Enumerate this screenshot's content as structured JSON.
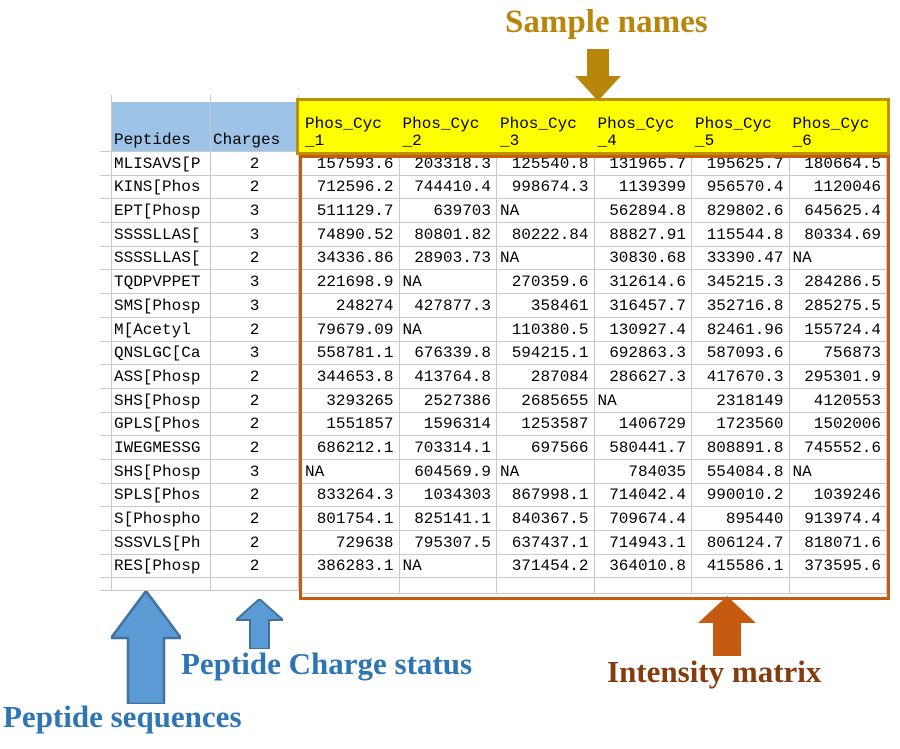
{
  "header": {
    "left": [
      "Peptides",
      "Charges"
    ],
    "sample_prefix": "Phos_Cyc",
    "sample_suffixes": [
      "_1",
      "_2",
      "_3",
      "_4",
      "_5",
      "_6"
    ]
  },
  "rows": [
    {
      "peptide": "MLISAVS[P",
      "charge": "2",
      "values": [
        "157593.6",
        "203318.3",
        "125540.8",
        "131965.7",
        "195625.7",
        "180664.5"
      ]
    },
    {
      "peptide": "KINS[Phos",
      "charge": "2",
      "values": [
        "712596.2",
        "744410.4",
        "998674.3",
        "1139399",
        "956570.4",
        "1120046"
      ]
    },
    {
      "peptide": "EPT[Phosp",
      "charge": "3",
      "values": [
        "511129.7",
        "639703",
        "NA",
        "562894.8",
        "829802.6",
        "645625.4"
      ]
    },
    {
      "peptide": "SSSSLLAS[",
      "charge": "3",
      "values": [
        "74890.52",
        "80801.82",
        "80222.84",
        "88827.91",
        "115544.8",
        "80334.69"
      ]
    },
    {
      "peptide": "SSSSLLAS[",
      "charge": "2",
      "values": [
        "34336.86",
        "28903.73",
        "NA",
        "30830.68",
        "33390.47",
        "NA"
      ]
    },
    {
      "peptide": "TQDPVPPET",
      "charge": "3",
      "values": [
        "221698.9",
        "NA",
        "270359.6",
        "312614.6",
        "345215.3",
        "284286.5"
      ]
    },
    {
      "peptide": "SMS[Phosp",
      "charge": "3",
      "values": [
        "248274",
        "427877.3",
        "358461",
        "316457.7",
        "352716.8",
        "285275.5"
      ]
    },
    {
      "peptide": "M[Acetyl",
      "charge": "2",
      "values": [
        "79679.09",
        "NA",
        "110380.5",
        "130927.4",
        "82461.96",
        "155724.4"
      ]
    },
    {
      "peptide": "QNSLGC[Ca",
      "charge": "3",
      "values": [
        "558781.1",
        "676339.8",
        "594215.1",
        "692863.3",
        "587093.6",
        "756873"
      ]
    },
    {
      "peptide": "ASS[Phosp",
      "charge": "2",
      "values": [
        "344653.8",
        "413764.8",
        "287084",
        "286627.3",
        "417670.3",
        "295301.9"
      ]
    },
    {
      "peptide": "SHS[Phosp",
      "charge": "2",
      "values": [
        "3293265",
        "2527386",
        "2685655",
        "NA",
        "2318149",
        "4120553"
      ]
    },
    {
      "peptide": "GPLS[Phos",
      "charge": "2",
      "values": [
        "1551857",
        "1596314",
        "1253587",
        "1406729",
        "1723560",
        "1502006"
      ]
    },
    {
      "peptide": "IWEGMESSG",
      "charge": "2",
      "values": [
        "686212.1",
        "703314.1",
        "697566",
        "580441.7",
        "808891.8",
        "745552.6"
      ]
    },
    {
      "peptide": "SHS[Phosp",
      "charge": "3",
      "values": [
        "NA",
        "604569.9",
        "NA",
        "784035",
        "554084.8",
        "NA"
      ]
    },
    {
      "peptide": "SPLS[Phos",
      "charge": "2",
      "values": [
        "833264.3",
        "1034303",
        "867998.1",
        "714042.4",
        "990010.2",
        "1039246"
      ]
    },
    {
      "peptide": "S[Phospho",
      "charge": "2",
      "values": [
        "801754.1",
        "825141.1",
        "840367.5",
        "709674.4",
        "895440",
        "913974.4"
      ]
    },
    {
      "peptide": "SSSVLS[Ph",
      "charge": "2",
      "values": [
        "729638",
        "795307.5",
        "637437.1",
        "714943.1",
        "806124.7",
        "818071.6"
      ]
    },
    {
      "peptide": "RES[Phosp",
      "charge": "2",
      "values": [
        "386283.1",
        "NA",
        "371454.2",
        "364010.8",
        "415586.1",
        "373595.6"
      ]
    }
  ],
  "annotations": {
    "sample_names": "Sample names",
    "peptide_sequences": "Peptide sequences",
    "peptide_charge_status": "Peptide Charge status",
    "intensity_matrix": "Intensity matrix"
  },
  "colors": {
    "sample_annotation": "#B8860B",
    "sample_header_fill": "#FFFF00",
    "sample_header_border": "#BF8F00",
    "left_header_fill": "#9DC3E6",
    "matrix_border": "#C55A11",
    "blue_annotation": "#2E75B6",
    "blue_arrow_fill": "#5B9BD5",
    "blue_arrow_stroke": "#41719C",
    "intensity_text": "#843C0C"
  }
}
